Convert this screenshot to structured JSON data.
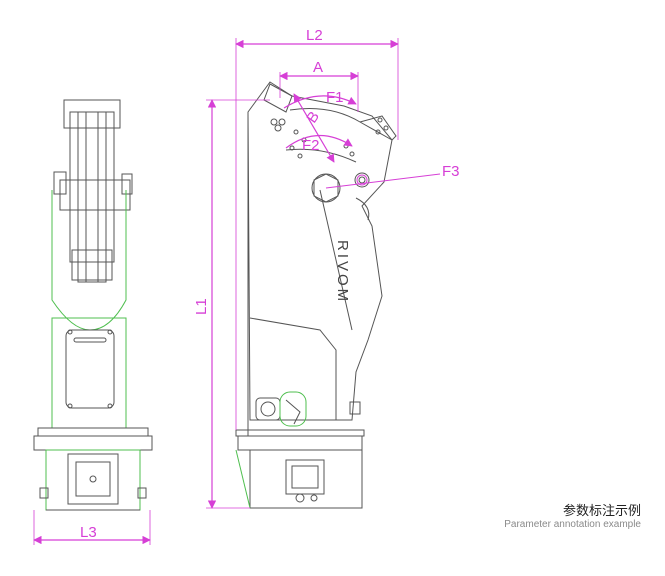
{
  "dimensions": {
    "l1": "L1",
    "l2": "L2",
    "l3": "L3",
    "a": "A",
    "b": "B",
    "f1": "F1",
    "f2": "F2",
    "f3": "F3"
  },
  "brand": "RIVOM",
  "caption": {
    "zh": "参数标注示例",
    "en": "Parameter annotation example"
  },
  "colors": {
    "dimension": "#d63fd6",
    "outline": "#555555",
    "accent_green": "#4fbf4f"
  }
}
